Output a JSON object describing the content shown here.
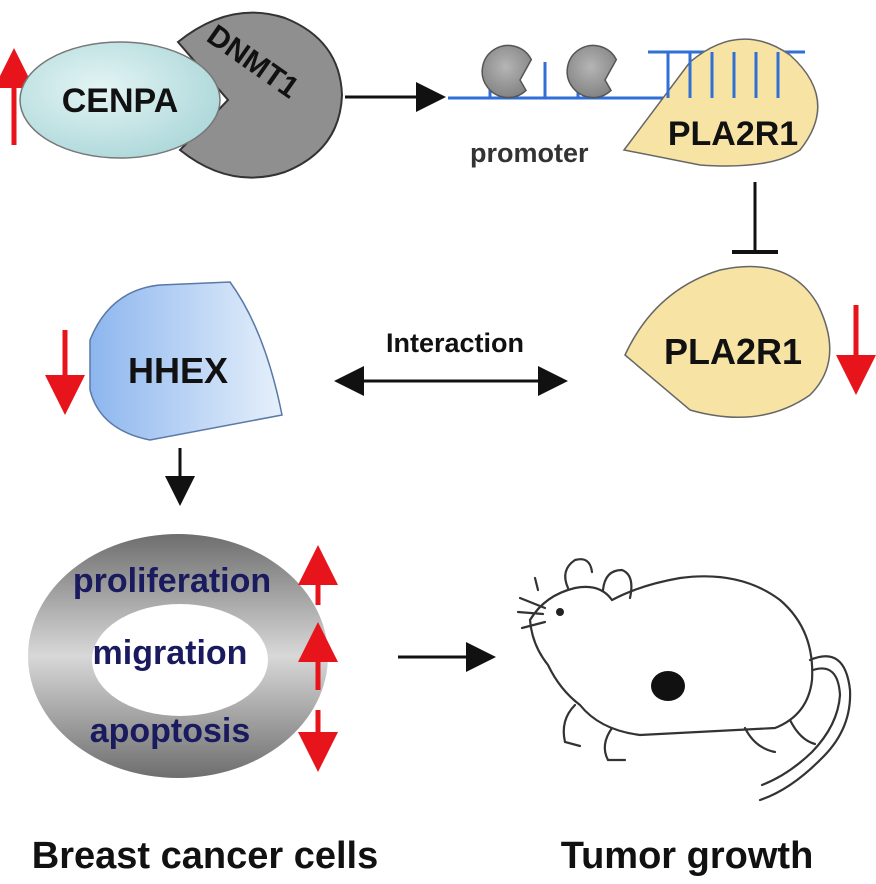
{
  "labels": {
    "cenpa": "CENPA",
    "dnmt1": "DNMT1",
    "promoter": "promoter",
    "pla2r1_top": "PLA2R1",
    "pla2r1_mid": "PLA2R1",
    "hhex": "HHEX",
    "interaction": "Interaction",
    "proliferation": "proliferation",
    "migration": "migration",
    "apoptosis": "apoptosis",
    "breast_cancer_cells": "Breast cancer cells",
    "tumor_growth": "Tumor growth"
  },
  "regulation": {
    "cenpa": "up",
    "pla2r1": "down",
    "hhex": "down",
    "proliferation": "up",
    "migration": "up",
    "apoptosis": "down"
  },
  "colors": {
    "up_down_arrow": "#e8141b",
    "dna_strand": "#2f6fd6",
    "cenpa_fill": "#bfe3e4",
    "dnmt1_fill": "#8f8f8f",
    "pla2r1_fill": "#f7e3a3",
    "hhex_fill": "#a9c9f2",
    "ring_gray": "#9a9a9a",
    "cell_text": "#1a1a5e"
  }
}
